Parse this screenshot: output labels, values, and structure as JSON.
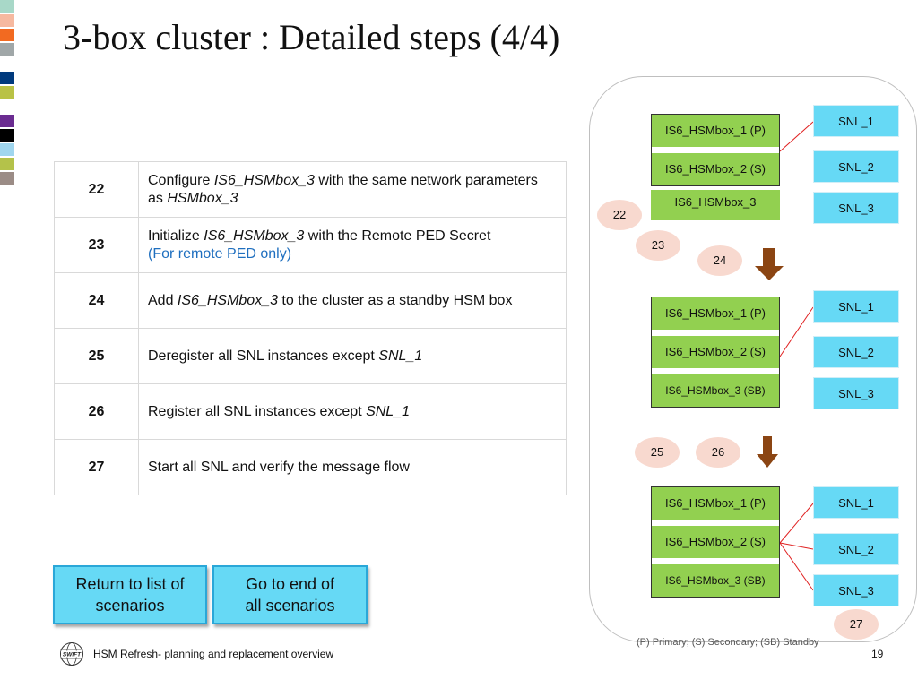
{
  "slide": {
    "title": "3-box cluster : Detailed steps (4/4)",
    "swatch_colors": [
      "#a8d8c8",
      "#f6b9a0",
      "#f26a21",
      "#a0a7a8",
      "#ffffff",
      "#003a7d",
      "#b9c245",
      "#ffffff",
      "#6b2c91",
      "#000000",
      "#a0d6ee",
      "#b4c24a",
      "#9b8c86"
    ]
  },
  "steps": [
    {
      "num": "22",
      "parts": [
        {
          "t": "Configure ",
          "s": ""
        },
        {
          "t": "IS6_HSMbox_3",
          "s": "i"
        },
        {
          "t": " with the same network parameters as ",
          "s": ""
        },
        {
          "t": "HSMbox_3",
          "s": "i"
        }
      ]
    },
    {
      "num": "23",
      "parts": [
        {
          "t": "Initialize ",
          "s": ""
        },
        {
          "t": "IS6_HSMbox_3",
          "s": "i"
        },
        {
          "t": " with the Remote PED Secret",
          "s": ""
        },
        {
          "t": "",
          "s": "br"
        },
        {
          "t": "(For remote PED only)",
          "s": "blue"
        }
      ]
    },
    {
      "num": "24",
      "parts": [
        {
          "t": "Add ",
          "s": ""
        },
        {
          "t": "IS6_HSMbox_3",
          "s": "i"
        },
        {
          "t": " to the cluster as a standby HSM box",
          "s": ""
        }
      ]
    },
    {
      "num": "25",
      "parts": [
        {
          "t": "Deregister all SNL instances except ",
          "s": ""
        },
        {
          "t": "SNL_1",
          "s": "i"
        }
      ]
    },
    {
      "num": "26",
      "parts": [
        {
          "t": "Register all SNL instances except ",
          "s": ""
        },
        {
          "t": "SNL_1",
          "s": "i"
        }
      ]
    },
    {
      "num": "27",
      "parts": [
        {
          "t": "Start all SNL and verify the message flow",
          "s": ""
        }
      ]
    }
  ],
  "buttons": {
    "return_line1": "Return to list of",
    "return_line2": "scenarios",
    "end_line1": "Go to end of",
    "end_line2": "all scenarios"
  },
  "footer": {
    "text": "HSM Refresh- planning and replacement overview",
    "page": "19",
    "logo_text": "SWIFT"
  },
  "diagram": {
    "stage1": {
      "hsm1": "IS6_HSMbox_1 (P)",
      "hsm2": "IS6_HSMbox_2 (S)",
      "hsm3": "IS6_HSMbox_3",
      "snl1": "SNL_1",
      "snl2": "SNL_2",
      "snl3": "SNL_3"
    },
    "stage2": {
      "hsm1": "IS6_HSMbox_1 (P)",
      "hsm2": "IS6_HSMbox_2 (S)",
      "hsm3": "IS6_HSMbox_3 (SB)",
      "snl1": "SNL_1",
      "snl2": "SNL_2",
      "snl3": "SNL_3"
    },
    "stage3": {
      "hsm1": "IS6_HSMbox_1 (P)",
      "hsm2": "IS6_HSMbox_2 (S)",
      "hsm3": "IS6_HSMbox_3 (SB)",
      "snl1": "SNL_1",
      "snl2": "SNL_2",
      "snl3": "SNL_3"
    },
    "step_markers": {
      "s22": "22",
      "s23": "23",
      "s24": "24",
      "s25": "25",
      "s26": "26",
      "s27": "27"
    },
    "legend": "(P) Primary; (S) Secondary; (SB) Standby",
    "colors": {
      "hsm_fill": "#92d050",
      "snl_fill": "#66d9f5",
      "marker_fill": "#f8d9cf",
      "arrow_fill": "#8b4513",
      "link_color": "#e02020"
    }
  }
}
